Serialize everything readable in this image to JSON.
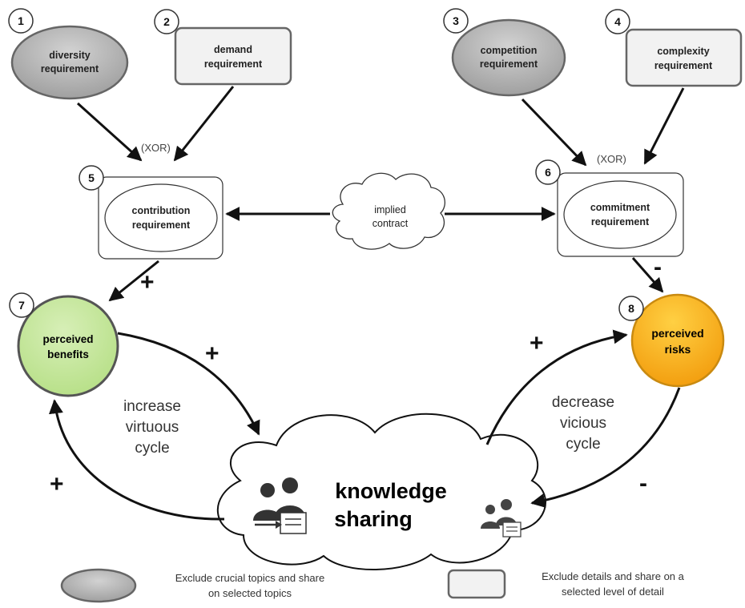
{
  "nodes": {
    "n1": {
      "num": "1",
      "label": [
        "diversity",
        "requirement"
      ]
    },
    "n2": {
      "num": "2",
      "label": [
        "demand",
        "requirement"
      ]
    },
    "n3": {
      "num": "3",
      "label": [
        "competition",
        "requirement"
      ]
    },
    "n4": {
      "num": "4",
      "label": [
        "complexity",
        "requirement"
      ]
    },
    "n5": {
      "num": "5",
      "label": [
        "contribution",
        "requirement"
      ]
    },
    "n6": {
      "num": "6",
      "label": [
        "commitment",
        "requirement"
      ]
    },
    "n7": {
      "num": "7",
      "label": [
        "perceived",
        "benefits"
      ]
    },
    "n8": {
      "num": "8",
      "label": [
        "perceived",
        "risks"
      ]
    },
    "contract": {
      "label": [
        "implied",
        "contract"
      ]
    },
    "knowledge": {
      "label": [
        "knowledge",
        "sharing"
      ]
    }
  },
  "xor_label": "(XOR)",
  "signs": {
    "plus": "+",
    "minus": "-"
  },
  "cycles": {
    "virtuous": [
      "increase",
      "virtuous",
      "cycle"
    ],
    "vicious": [
      "decrease",
      "vicious",
      "cycle"
    ]
  },
  "legend": {
    "ellipse": [
      "Exclude crucial topics and share",
      "on selected topics"
    ],
    "rect": [
      "Exclude details and share on a",
      "selected level of detail"
    ]
  },
  "colors": {
    "grey_fill": "#a5a5a5",
    "light_fill": "#f0f0f0",
    "outline": "#5f5f5f",
    "benefits": "#c3e79a",
    "risks": "#f7ad12"
  },
  "icons": [
    "people-share-icon",
    "people-share-small-icon"
  ]
}
